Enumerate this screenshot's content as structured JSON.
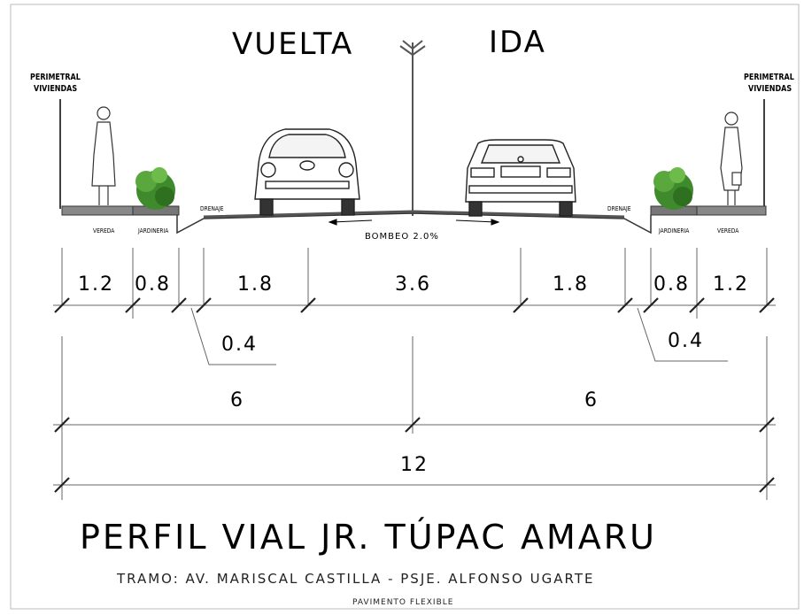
{
  "header": {
    "left_direction": "VUELTA",
    "right_direction": "IDA"
  },
  "labels": {
    "perimetral_left": [
      "PERIMETRAL",
      "VIVIENDAS"
    ],
    "perimetral_right": [
      "PERIMETRAL",
      "VIVIENDAS"
    ],
    "vereda_left": "VEREDA",
    "jardineria_left": "JARDINERIA",
    "drenaje_left": "DRENAJE",
    "drenaje_right": "DRENAJE",
    "jardineria_right": "JARDINERIA",
    "vereda_right": "VEREDA",
    "bombeo": "BOMBEO 2.0%"
  },
  "dimensions": {
    "row1": [
      "1.2",
      "0.8",
      "1.8",
      "3.6",
      "1.8",
      "0.8",
      "1.2"
    ],
    "drain_left": "0.4",
    "drain_right": "0.4",
    "half_left": "6",
    "half_right": "6",
    "total": "12"
  },
  "title": "PERFIL VIAL JR. TÚPAC AMARU",
  "subtitle": "TRAMO: AV. MARISCAL CASTILLA - PSJE. ALFONSO UGARTE",
  "footnote": "PAVIMENTO FLEXIBLE"
}
